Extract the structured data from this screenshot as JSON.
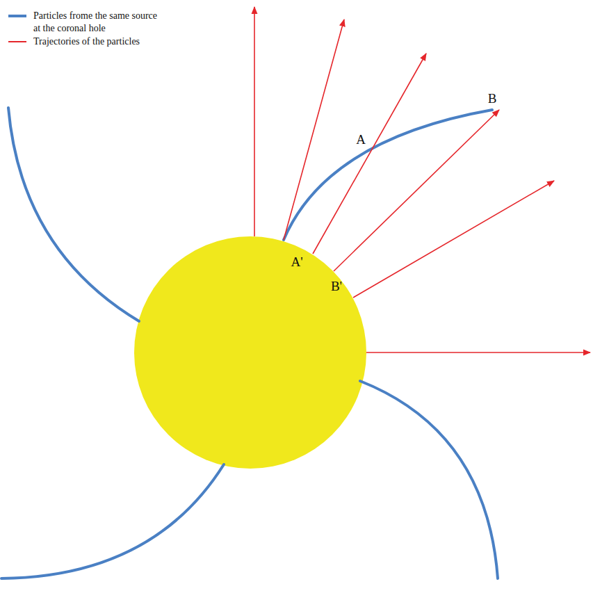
{
  "diagram": {
    "labels": [
      "A",
      "B",
      "A'",
      "B'"
    ],
    "legend": [
      {
        "text": "Particles frome the same source at the coronal hole"
      },
      {
        "text": "Trajectories of the particles"
      }
    ]
  }
}
